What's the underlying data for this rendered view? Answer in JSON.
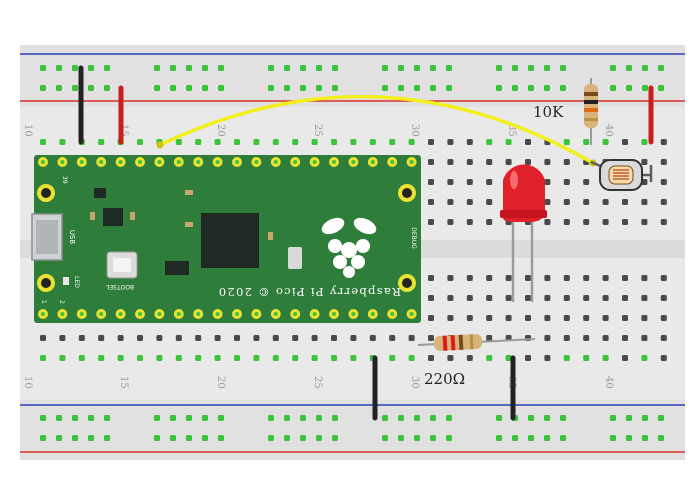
{
  "breadboard": {
    "column_labels": [
      "10",
      "15",
      "20",
      "25",
      "30",
      "35",
      "40"
    ]
  },
  "pico": {
    "board_name": "Raspberry Pi Pico © 2020",
    "usb_label": "USB",
    "led_label": "LED",
    "bootsel_label": "BOOTSEL",
    "debug_label": "DEBUG",
    "pin_39": "39",
    "pin_1": "1",
    "pin_2": "2"
  },
  "components": {
    "ldr_resistor_label": "10K",
    "led_resistor_label": "220Ω"
  },
  "colors": {
    "board_bg": "#e9e9e9",
    "rail_red": "#d9302b",
    "rail_blue": "#2b3fb8",
    "pico_green": "#2e7d3a",
    "hole_green": "#3cc43c",
    "yellow_wire": "#f2ef1a",
    "led_red": "#e0202a"
  }
}
